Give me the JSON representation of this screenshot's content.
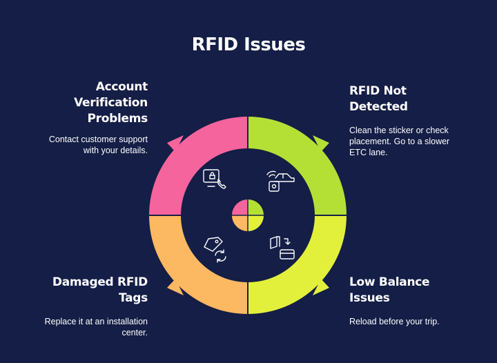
{
  "title": "RFID Issues",
  "colors": {
    "background": "#141e46",
    "pink": "#f5649c",
    "green": "#b4e036",
    "yellow": "#e2f03c",
    "orange": "#fdb862"
  },
  "quadrants": [
    {
      "key": "top_left",
      "heading_lines": [
        "Account",
        "Verification",
        "Problems"
      ],
      "description_lines": [
        "Contact customer support",
        "with your details."
      ],
      "icon": "phone-lock-icon",
      "color": "#f5649c"
    },
    {
      "key": "top_right",
      "heading_lines": [
        "RFID Not",
        "Detected"
      ],
      "description_lines": [
        "Clean the sticker or check",
        "placement. Go to a slower",
        "ETC lane."
      ],
      "icon": "car-signal-icon",
      "color": "#b4e036"
    },
    {
      "key": "bottom_right",
      "heading_lines": [
        "Low Balance",
        "Issues"
      ],
      "description_lines": [
        "Reload before your trip."
      ],
      "icon": "wallet-reload-icon",
      "color": "#e2f03c"
    },
    {
      "key": "bottom_left",
      "heading_lines": [
        "Damaged RFID",
        "Tags"
      ],
      "description_lines": [
        "Replace it at an installation",
        "center."
      ],
      "icon": "tag-refresh-icon",
      "color": "#fdb862"
    }
  ]
}
